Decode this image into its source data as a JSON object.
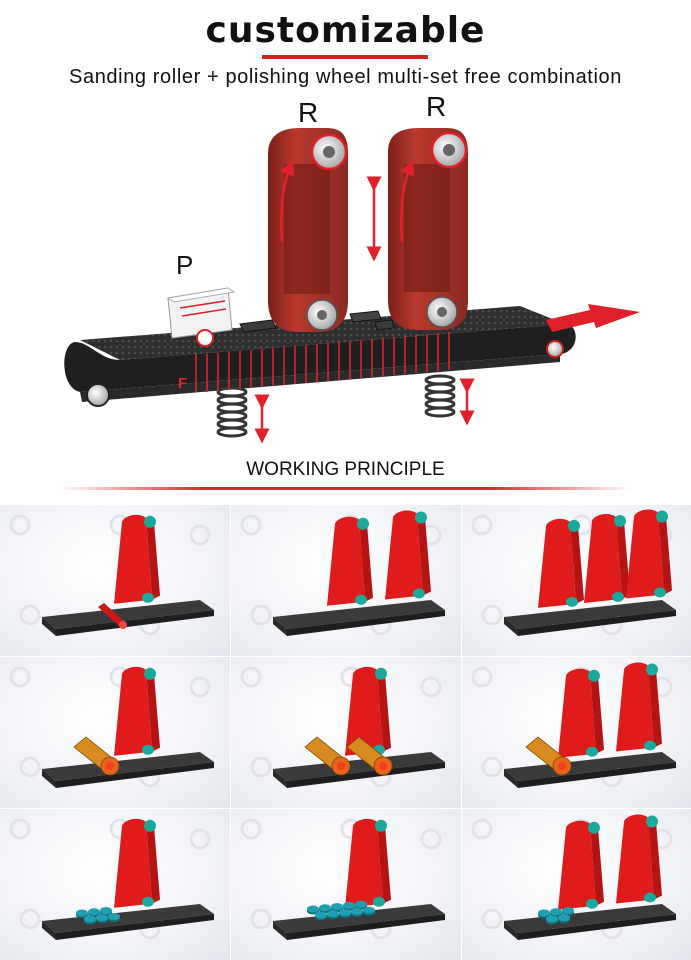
{
  "header": {
    "title": "customizable",
    "subtitle": "Sanding roller + polishing wheel multi-set free combination"
  },
  "diagram": {
    "labels": {
      "roller_1": "R",
      "roller_2": "R",
      "polisher": "P",
      "force": "F"
    },
    "colors": {
      "belt": "#a8322a",
      "conveyor": "#2b2b2b",
      "arrow": "#e0202a",
      "spring": "#333333"
    }
  },
  "working_principle": {
    "title": "WORKING PRINCIPLE",
    "combinations": [
      {
        "rollers": 1,
        "workpiece": "red-rod",
        "workpiece_count": 1
      },
      {
        "rollers": 2,
        "workpiece": "none",
        "workpiece_count": 0
      },
      {
        "rollers": 3,
        "workpiece": "none",
        "workpiece_count": 0
      },
      {
        "rollers": 1,
        "workpiece": "orange-cylinder",
        "workpiece_count": 1
      },
      {
        "rollers": 1,
        "workpiece": "orange-cylinder",
        "workpiece_count": 2
      },
      {
        "rollers": 2,
        "workpiece": "orange-cylinder",
        "workpiece_count": 1
      },
      {
        "rollers": 1,
        "workpiece": "teal-discs",
        "workpiece_count": 6
      },
      {
        "rollers": 1,
        "workpiece": "teal-discs",
        "workpiece_count": 10
      },
      {
        "rollers": 2,
        "workpiece": "teal-discs",
        "workpiece_count": 5
      }
    ],
    "colors": {
      "roller": "#e01b1b",
      "roller_end": "#1aa99a",
      "platform": "#3a3a3a",
      "cylinder": "#d98a1e",
      "disc": "#1f9fb0"
    }
  }
}
